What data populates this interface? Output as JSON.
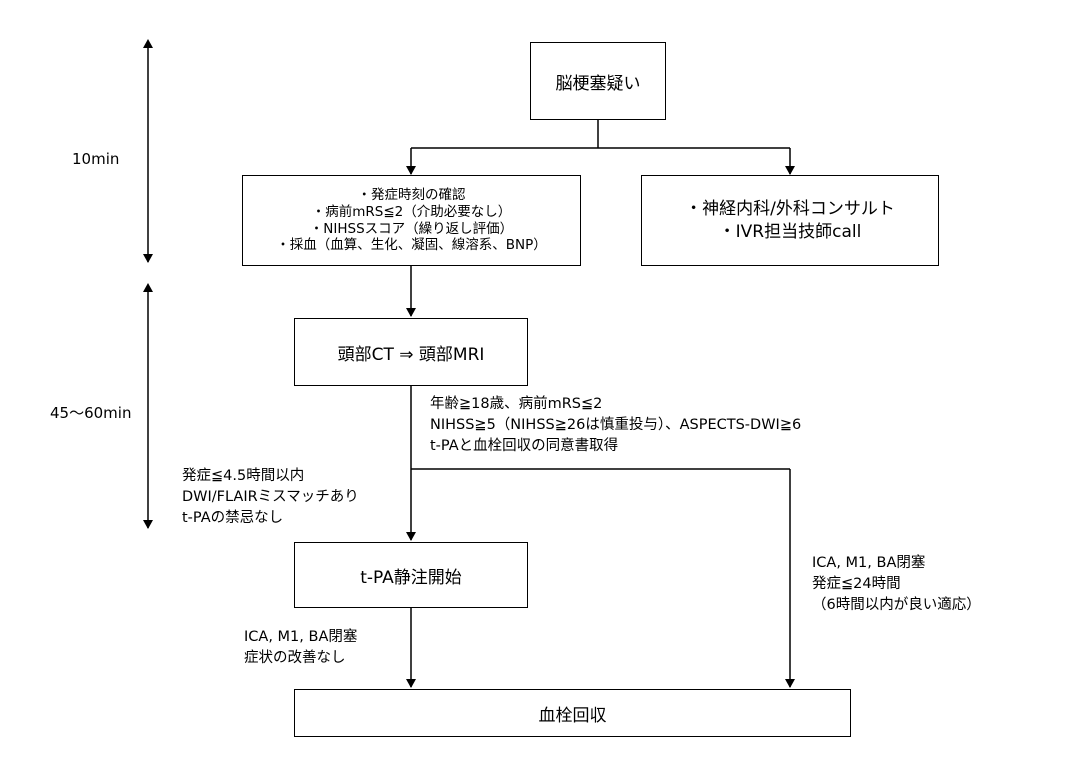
{
  "timeline": {
    "phase1_label": "10min",
    "phase2_label": "45～60min"
  },
  "nodes": {
    "suspected_stroke": "脳梗塞疑い",
    "initial_checks": [
      "・発症時刻の確認",
      "・病前mRS≦2（介助必要なし）",
      "・NIHSSスコア（繰り返し評価）",
      "・採血（血算、生化、凝固、線溶系、BNP）"
    ],
    "consult": [
      "・神経内科/外科コンサルト",
      "・IVR担当技師call"
    ],
    "imaging": "頭部CT ⇒ 頭部MRI",
    "tpa_start": "t-PA静注開始",
    "thrombectomy": "血栓回収"
  },
  "conditions": {
    "general": [
      "年齢≧18歳、病前mRS≦2",
      "NIHSS≧5（NIHSS≧26は慎重投与）、ASPECTS-DWI≧6",
      "t-PAと血栓回収の同意書取得"
    ],
    "tpa": [
      "発症≦4.5時間以内",
      "DWI/FLAIRミスマッチあり",
      "t-PAの禁忌なし"
    ],
    "after_tpa": [
      "ICA, M1, BA閉塞",
      "症状の改善なし"
    ],
    "direct_thrombectomy": [
      "ICA, M1, BA閉塞",
      "発症≦24時間",
      "（6時間以内が良い適応）"
    ]
  }
}
